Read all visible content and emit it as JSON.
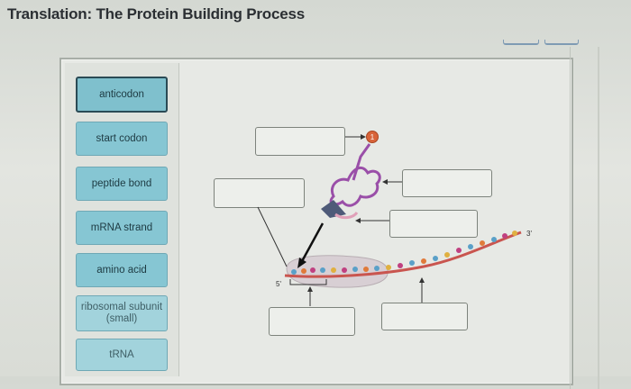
{
  "title": "Translation: The Protein Building Process",
  "word_bank": [
    {
      "label": "anticodon",
      "selected": true
    },
    {
      "label": "start codon",
      "selected": false
    },
    {
      "label": "peptide bond",
      "selected": false
    },
    {
      "label": "mRNA strand",
      "selected": false
    },
    {
      "label": "amino acid",
      "selected": false
    },
    {
      "label": "ribosomal subunit (small)",
      "selected": false
    },
    {
      "label": "tRNA",
      "selected": false
    }
  ],
  "diagram": {
    "amino_acid_marker": "1",
    "mrna_five_prime": "5'",
    "mrna_three_prime": "3'"
  },
  "colors": {
    "term_fill": "#86c6d3",
    "trna": "#9a4fa8",
    "amino_acid": "#d8643a",
    "mrna": "#c9554f",
    "ribosome": "#d6cbd0"
  }
}
